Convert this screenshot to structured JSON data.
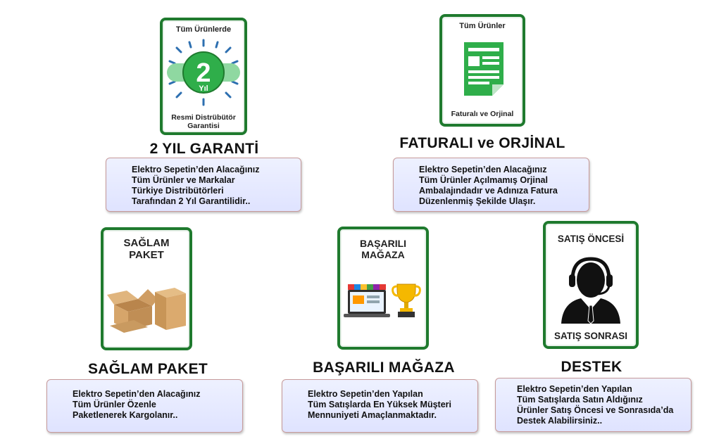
{
  "features": [
    {
      "badge_top": "Tüm Ürünlerde",
      "badge_number": "2",
      "badge_unit": "Yıl",
      "badge_bottom": [
        "Resmi Distrübütör",
        "Garantisi"
      ],
      "title": "2 YIL GARANTİ",
      "desc": [
        "Elektro Sepetin’den Alacağınız",
        "Tüm Ürünler ve Markalar",
        "Türkiye Distribütörleri",
        "Tarafından 2 Yıl Garantilidir.."
      ]
    },
    {
      "badge_top": "Tüm Ürünler",
      "badge_bottom": [
        "Faturalı ve Orjinal"
      ],
      "title": "FATURALI ve ORJİNAL",
      "desc": [
        "Elektro Sepetin’den Alacağınız",
        "Tüm Ürünler Açılmamış Orjinal",
        "Ambalajındadır ve Adınıza Fatura",
        "Düzenlenmiş Şekilde Ulaşır."
      ]
    },
    {
      "badge_top": [
        "SAĞLAM",
        "PAKET"
      ],
      "title": "SAĞLAM PAKET",
      "desc": [
        "Elektro Sepetin’den Alacağınız",
        "Tüm Ürünler Özenle",
        "Paketlenerek Kargolanır.."
      ]
    },
    {
      "badge_top": [
        "BAŞARILI",
        "MAĞAZA"
      ],
      "title": "BAŞARILI MAĞAZA",
      "desc": [
        "Elektro Sepetin’den Yapılan",
        "Tüm Satışlarda En Yüksek Müşteri",
        "Mennuniyeti Amaçlanmaktadır."
      ]
    },
    {
      "badge_top": "SATIŞ ÖNCESİ",
      "badge_bottom": [
        "SATIŞ SONRASI"
      ],
      "title": "DESTEK",
      "desc": [
        "Elektro Sepetin’den Yapılan",
        "Tüm Satışlarda Satın Aldığınız",
        "Ürünler Satış Öncesi ve Sonrasıda’da",
        "Destek Alabilirsiniz.."
      ]
    }
  ],
  "colors": {
    "badge_border": "#1f7a2e",
    "green": "#2fae4a",
    "desc_bg": "#e4e8ff"
  }
}
